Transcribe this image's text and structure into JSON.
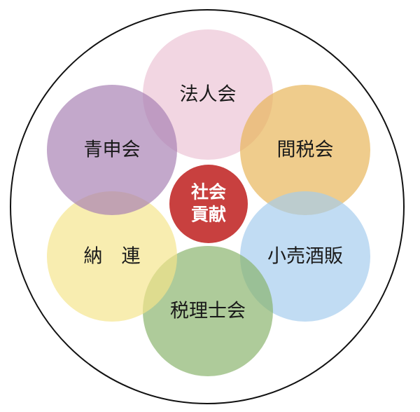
{
  "diagram": {
    "center": {
      "line1": "社会",
      "line2": "貢献",
      "color": "#c8403f"
    },
    "petals": [
      {
        "id": "hojinkai",
        "label": "法人会",
        "color": "#ecc3d4"
      },
      {
        "id": "kanzeikai",
        "label": "間税会",
        "color": "#e8b456"
      },
      {
        "id": "kouri",
        "label": "小売酒販",
        "color": "#a4ccee"
      },
      {
        "id": "zeirishikai",
        "label": "税理士会",
        "color": "#87b36a"
      },
      {
        "id": "nouren",
        "label": "納　連",
        "color": "#f5e58a"
      },
      {
        "id": "seishinkai",
        "label": "青申会",
        "color": "#a77fb2"
      }
    ],
    "outer_ring_color": "#111111"
  }
}
